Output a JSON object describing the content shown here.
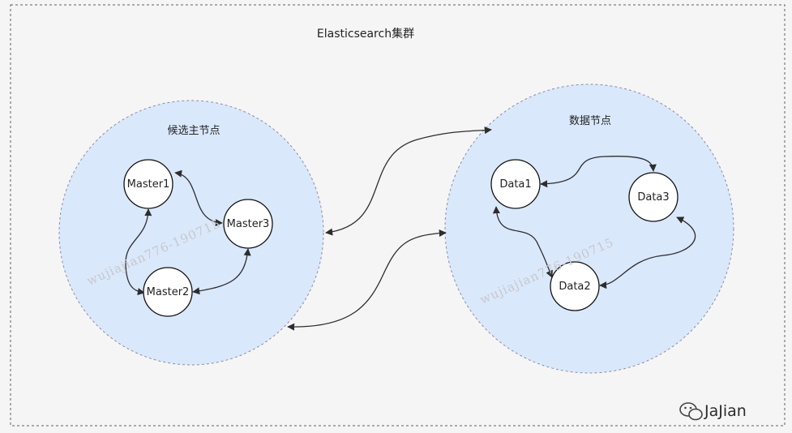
{
  "diagram": {
    "title": "Elasticsearch集群",
    "groups": {
      "master": {
        "label": "候选主节点"
      },
      "data": {
        "label": "数据节点"
      }
    },
    "nodes": {
      "master1": "Master1",
      "master2": "Master2",
      "master3": "Master3",
      "data1": "Data1",
      "data2": "Data2",
      "data3": "Data3"
    }
  },
  "colors": {
    "background": "#f5f5f5",
    "group_fill": "#dae8fc",
    "group_border": "#8c8ca6",
    "node_fill": "#ffffff",
    "edge": "#2d2d2d"
  },
  "watermark": {
    "text": "wujiajian776-190715",
    "brand": "JaJian",
    "brand_icon": "wechat-icon"
  }
}
